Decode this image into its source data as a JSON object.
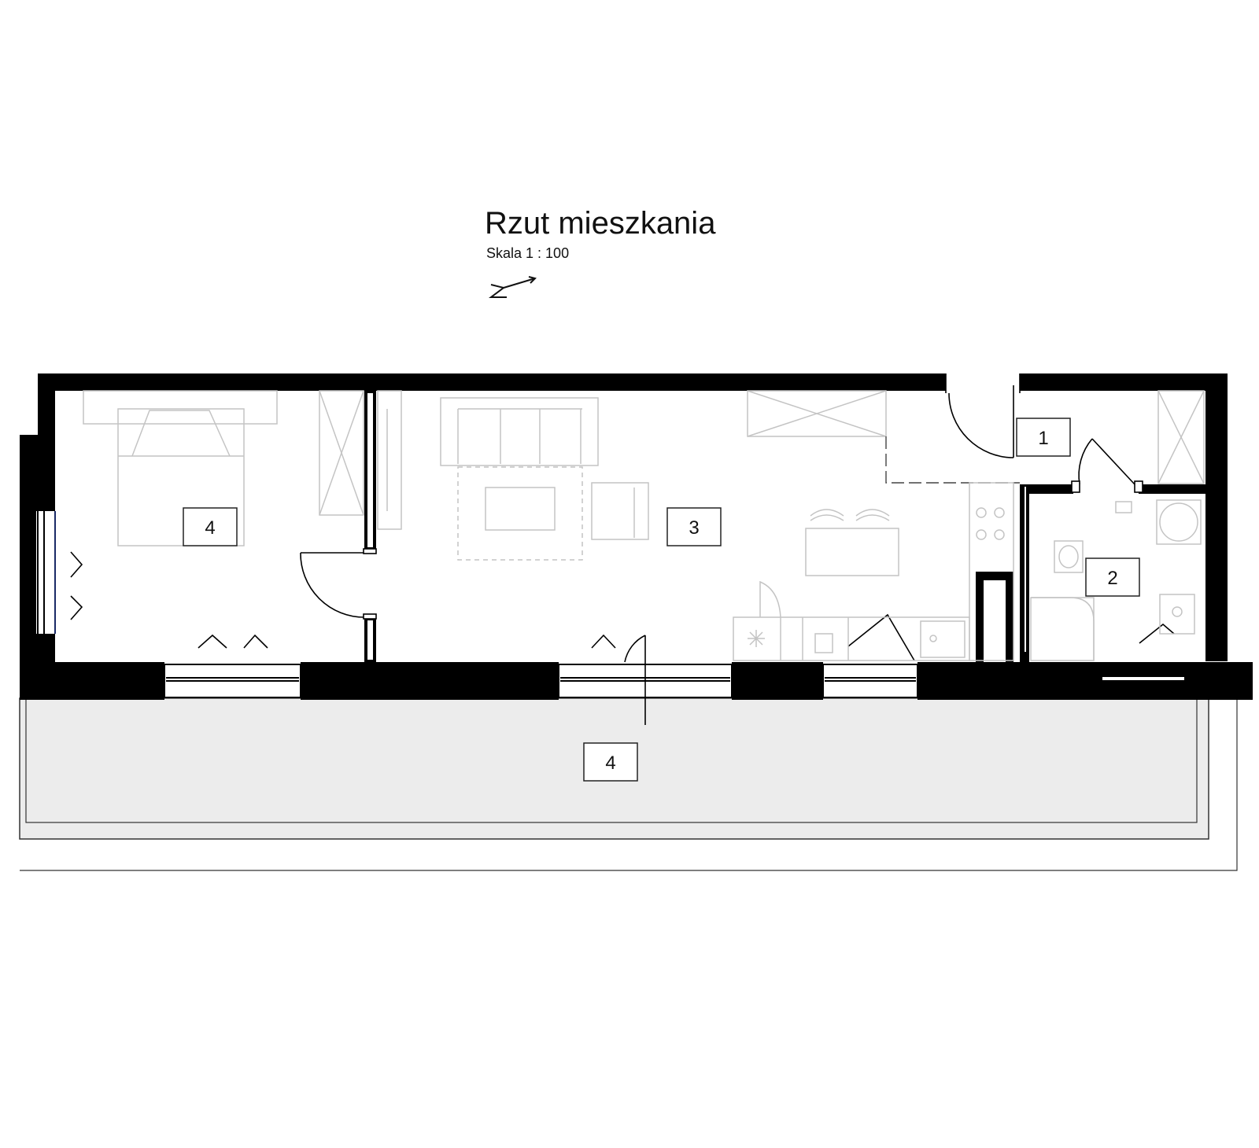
{
  "header": {
    "title": "Rzut mieszkania",
    "scale": "Skala  1 : 100"
  },
  "icons": {
    "north_arrow": "north-arrow-icon"
  },
  "colors": {
    "wall": "#000000",
    "furniture": "#c4c4c4",
    "terrace_fill": "#ececec",
    "label_border": "#222222"
  },
  "rooms": [
    {
      "number": "1"
    },
    {
      "number": "2"
    },
    {
      "number": "3"
    },
    {
      "number": "4"
    },
    {
      "number": "4"
    }
  ]
}
